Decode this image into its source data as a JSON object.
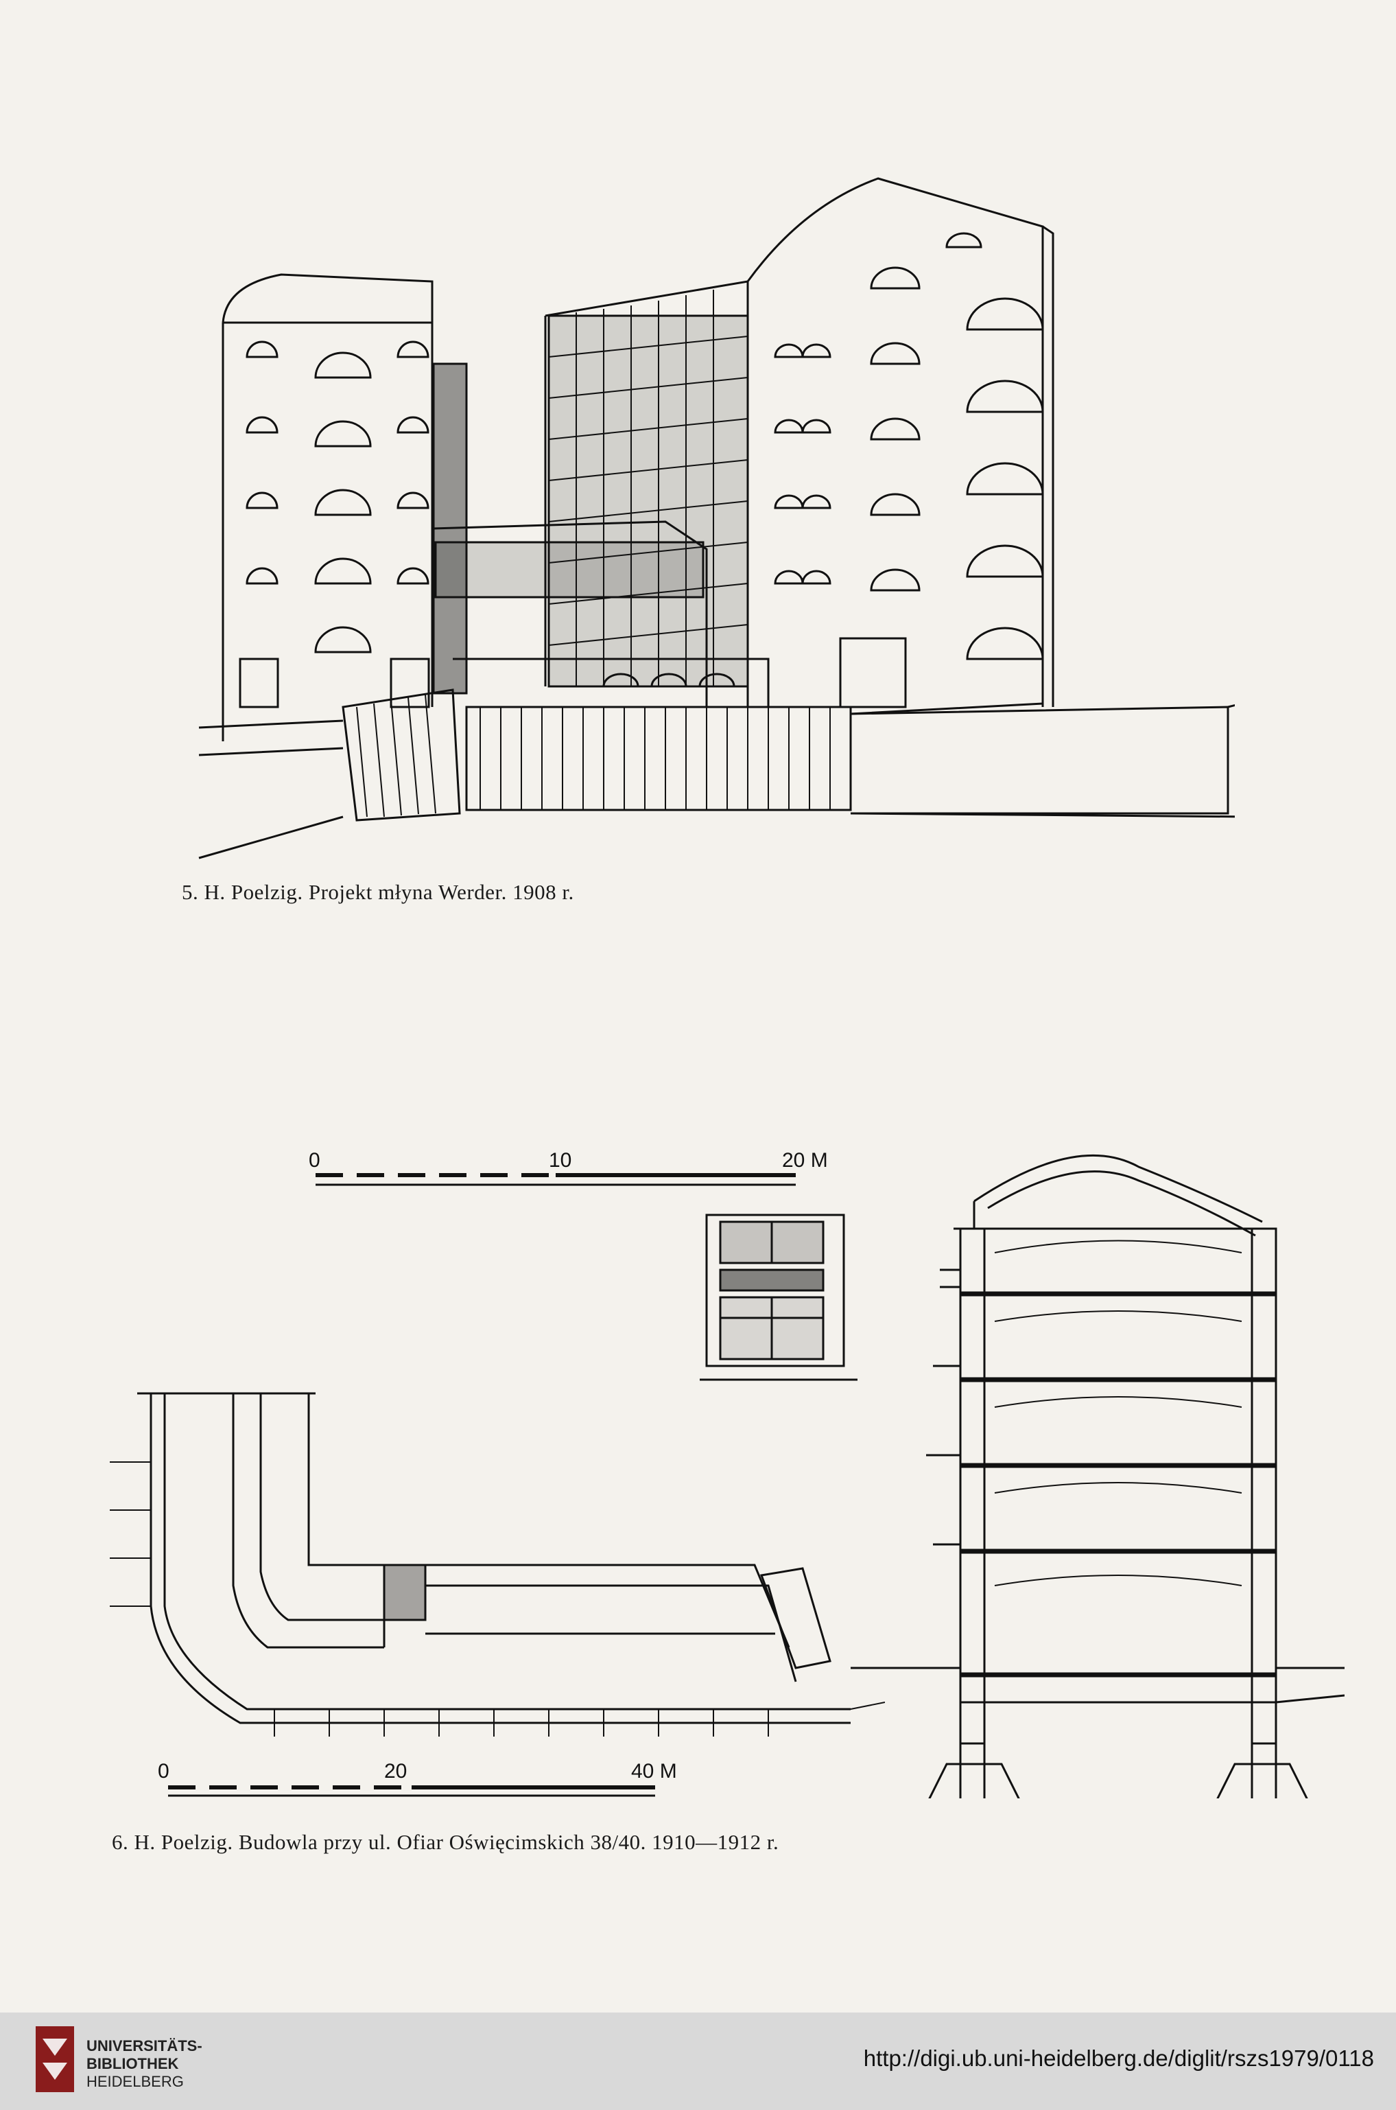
{
  "figures": [
    {
      "caption": "5. H. Poelzig. Projekt młyna Werder. 1908 r."
    },
    {
      "caption": "6. H. Poelzig. Budowla przy ul. Ofiar Oświęcimskich 38/40. 1910—1912 r."
    }
  ],
  "scales": {
    "top": {
      "labels": [
        "0",
        "10",
        "20 M"
      ]
    },
    "bottom": {
      "labels": [
        "0",
        "20",
        "40 M"
      ]
    }
  },
  "footer": {
    "library_line1": "UNIVERSITÄTS-",
    "library_line2": "BIBLIOTHEK",
    "library_line3": "HEIDELBERG",
    "url": "http://digi.ub.uni-heidelberg.de/diglit/rszs1979/0118"
  }
}
